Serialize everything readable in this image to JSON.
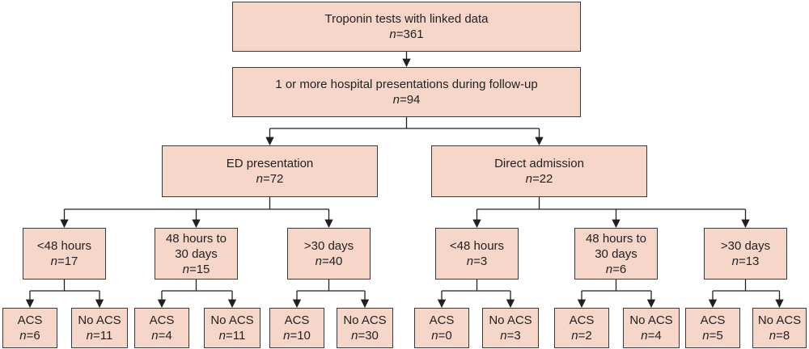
{
  "nodes": [
    {
      "id": "root",
      "lines": [
        "Troponin tests with linked data"
      ],
      "n": "361"
    },
    {
      "id": "hosp",
      "lines": [
        "1 or more hospital presentations during follow-up"
      ],
      "n": "94"
    },
    {
      "id": "ed",
      "lines": [
        "ED presentation"
      ],
      "n": "72"
    },
    {
      "id": "da",
      "lines": [
        "Direct admission"
      ],
      "n": "22"
    },
    {
      "id": "ed_lt48",
      "lines": [
        "<48 hours"
      ],
      "n": "17"
    },
    {
      "id": "ed_48to30",
      "lines": [
        "48 hours to",
        "30 days"
      ],
      "n": "15"
    },
    {
      "id": "ed_gt30",
      "lines": [
        ">30 days"
      ],
      "n": "40"
    },
    {
      "id": "da_lt48",
      "lines": [
        "<48 hours"
      ],
      "n": "3"
    },
    {
      "id": "da_48to30",
      "lines": [
        "48 hours to",
        "30 days"
      ],
      "n": "6"
    },
    {
      "id": "da_gt30",
      "lines": [
        ">30 days"
      ],
      "n": "13"
    },
    {
      "id": "ed_lt48_acs",
      "lines": [
        "ACS"
      ],
      "n": "6"
    },
    {
      "id": "ed_lt48_noacs",
      "lines": [
        "No ACS"
      ],
      "n": "11"
    },
    {
      "id": "ed_48to30_acs",
      "lines": [
        "ACS"
      ],
      "n": "4"
    },
    {
      "id": "ed_48to30_noacs",
      "lines": [
        "No ACS"
      ],
      "n": "11"
    },
    {
      "id": "ed_gt30_acs",
      "lines": [
        "ACS"
      ],
      "n": "10"
    },
    {
      "id": "ed_gt30_noacs",
      "lines": [
        "No ACS"
      ],
      "n": "30"
    },
    {
      "id": "da_lt48_acs",
      "lines": [
        "ACS"
      ],
      "n": "0"
    },
    {
      "id": "da_lt48_noacs",
      "lines": [
        "No ACS"
      ],
      "n": "3"
    },
    {
      "id": "da_48to30_acs",
      "lines": [
        "ACS"
      ],
      "n": "2"
    },
    {
      "id": "da_48to30_noacs",
      "lines": [
        "No ACS"
      ],
      "n": "4"
    },
    {
      "id": "da_gt30_acs",
      "lines": [
        "ACS"
      ],
      "n": "5"
    },
    {
      "id": "da_gt30_noacs",
      "lines": [
        "No ACS"
      ],
      "n": "8"
    }
  ],
  "edges": [
    [
      "root",
      "hosp"
    ],
    [
      "hosp",
      "ed"
    ],
    [
      "hosp",
      "da"
    ],
    [
      "ed",
      "ed_lt48"
    ],
    [
      "ed",
      "ed_48to30"
    ],
    [
      "ed",
      "ed_gt30"
    ],
    [
      "da",
      "da_lt48"
    ],
    [
      "da",
      "da_48to30"
    ],
    [
      "da",
      "da_gt30"
    ],
    [
      "ed_lt48",
      "ed_lt48_acs"
    ],
    [
      "ed_lt48",
      "ed_lt48_noacs"
    ],
    [
      "ed_48to30",
      "ed_48to30_acs"
    ],
    [
      "ed_48to30",
      "ed_48to30_noacs"
    ],
    [
      "ed_gt30",
      "ed_gt30_acs"
    ],
    [
      "ed_gt30",
      "ed_gt30_noacs"
    ],
    [
      "da_lt48",
      "da_lt48_acs"
    ],
    [
      "da_lt48",
      "da_lt48_noacs"
    ],
    [
      "da_48to30",
      "da_48to30_acs"
    ],
    [
      "da_48to30",
      "da_48to30_noacs"
    ],
    [
      "da_gt30",
      "da_gt30_acs"
    ],
    [
      "da_gt30",
      "da_gt30_noacs"
    ]
  ],
  "colors": {
    "box_fill": "#f5d6c8",
    "stroke": "#3a3a3a",
    "text": "#231f20"
  }
}
